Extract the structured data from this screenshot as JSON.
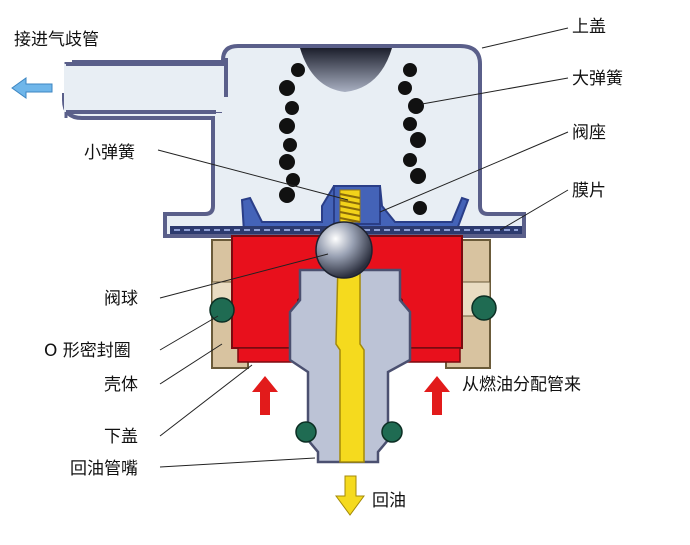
{
  "labels": {
    "intake": "接进气歧管",
    "top_cover": "上盖",
    "big_spring": "大弹簧",
    "valve_seat": "阀座",
    "small_spring": "小弹簧",
    "diaphragm": "膜片",
    "valve_ball": "阀球",
    "o_ring": "O 形密封圈",
    "housing": "壳体",
    "fuel_from": "从燃油分配管来",
    "bottom_cover": "下盖",
    "return_nozzle": "回油管嘴",
    "return_oil": "回油"
  },
  "colors": {
    "outline": "#5a5f8a",
    "air_chamber": "#e8eef4",
    "fuel_red": "#e8101c",
    "metal_grey": "#bcc3d6",
    "fuel_yellow": "#f5da1e",
    "tan": "#d8c3a0",
    "o_ring_green": "#1f6b52",
    "arrow_red": "#e21b1b",
    "arrow_blue": "#6fb6ea"
  }
}
